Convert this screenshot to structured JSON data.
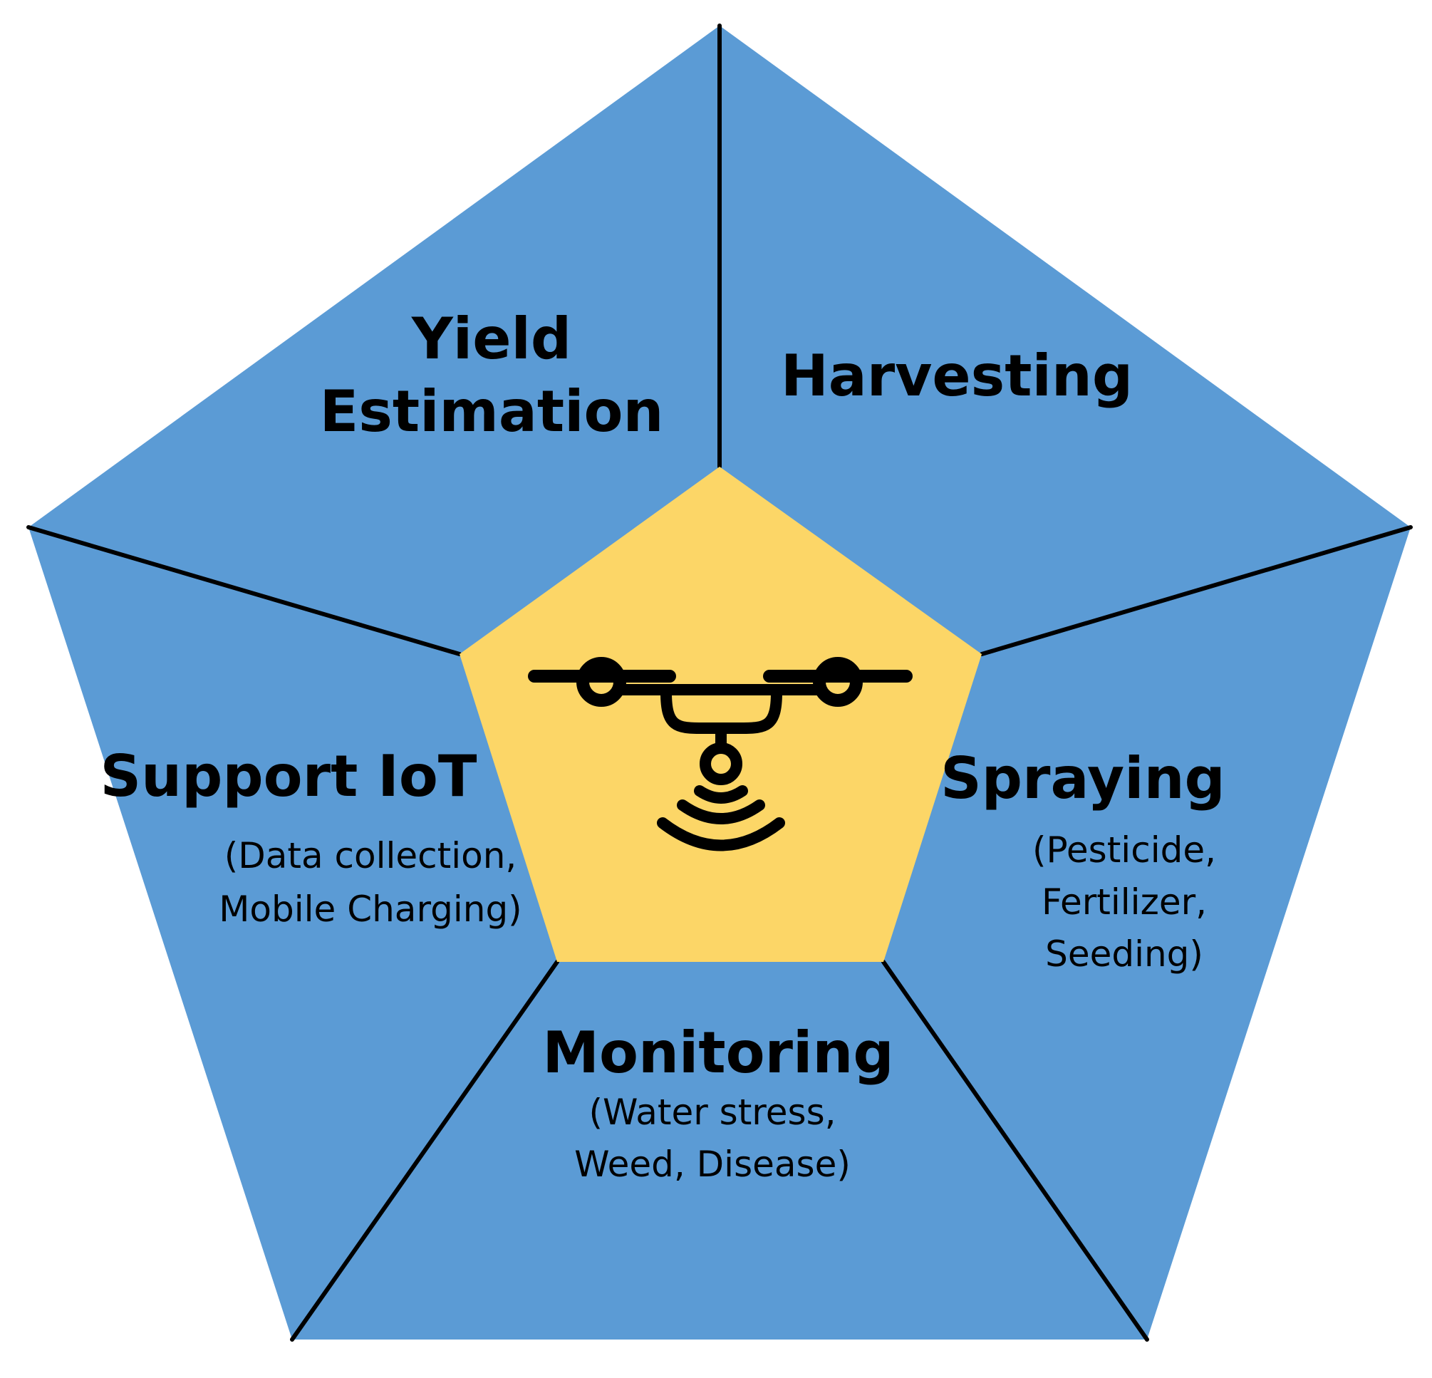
{
  "colors": {
    "outer_fill": "#5B9BD5",
    "center_fill": "#FCD667",
    "lines": "#000000",
    "icon": "#000000"
  },
  "center": {
    "icon": "drone-signal-icon"
  },
  "segments": {
    "yield": {
      "title_line1": "Yield",
      "title_line2": "Estimation"
    },
    "harvesting": {
      "title": "Harvesting"
    },
    "spraying": {
      "title": "Spraying",
      "detail_line1": "(Pesticide,",
      "detail_line2": "Fertilizer,",
      "detail_line3": "Seeding)"
    },
    "monitoring": {
      "title": "Monitoring",
      "detail_line1": "(Water stress,",
      "detail_line2": "Weed, Disease)"
    },
    "iot": {
      "title": "Support IoT",
      "detail_line1": "(Data collection,",
      "detail_line2": "Mobile Charging)"
    }
  }
}
